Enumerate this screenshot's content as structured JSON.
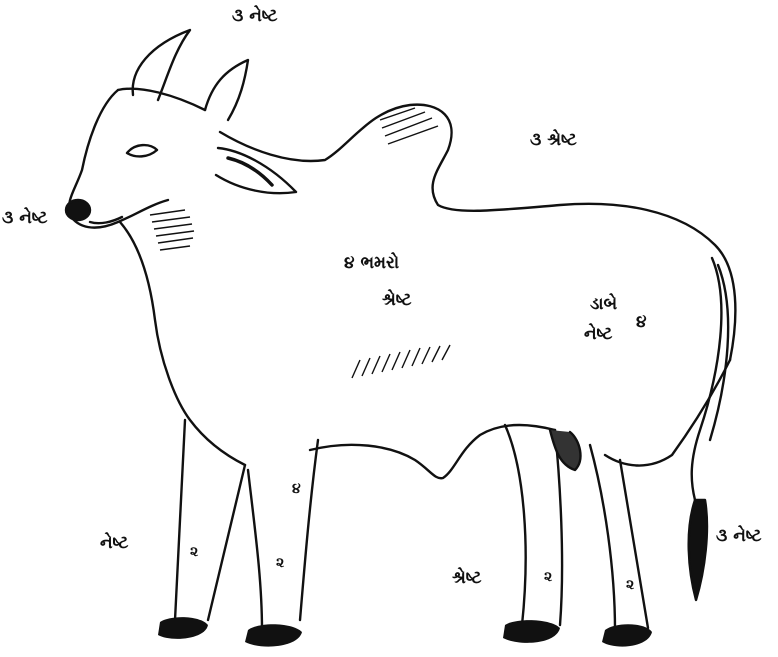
{
  "labels": {
    "horns": "૩ નેષ્ટ",
    "nose": "૩ નેષ્ટ",
    "hump": "૩ શ્રેષ્ટ",
    "body_top": "૪ ભમરો",
    "body_bottom": "શ્રેષ્ટ",
    "flank_top": "ડાબે",
    "flank_bottom": "નેષ્ટ",
    "flank_num": "૪",
    "front_leg_left": "નેષ્ટ",
    "leg1": "૨",
    "leg2": "૨",
    "leg_side_small": "૪",
    "hind_label": "શ્રેષ્ટ",
    "leg3": "૨",
    "leg4": "૨",
    "tail": "૩ નેષ્ટ"
  },
  "colors": {
    "ink": "#111111",
    "paper": "#ffffff"
  }
}
